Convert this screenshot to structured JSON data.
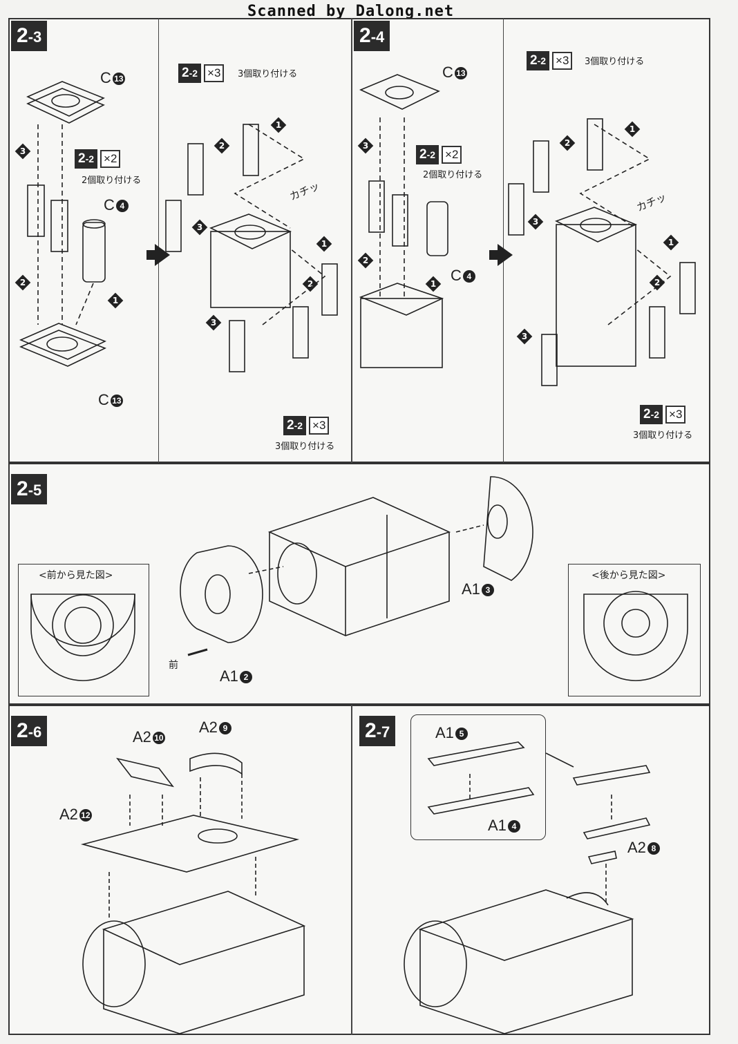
{
  "watermark": "Scanned by Dalong.net",
  "steps": {
    "s23": {
      "main": "2",
      "sub": "-3"
    },
    "s24": {
      "main": "2",
      "sub": "-4"
    },
    "s25": {
      "main": "2",
      "sub": "-5"
    },
    "s26": {
      "main": "2",
      "sub": "-6"
    },
    "s27": {
      "main": "2",
      "sub": "-7"
    }
  },
  "badges": {
    "sub_main": "2",
    "sub_sub": "-2",
    "x2": "×2",
    "x3": "×3",
    "note_two": "2個取り付ける",
    "note_three": "3個取り付ける"
  },
  "parts": {
    "C13": "C",
    "C4": "C",
    "A1": "A1",
    "A2": "A2"
  },
  "numbers": {
    "n13": "13",
    "n4": "4",
    "n3": "3",
    "n2": "2",
    "n5": "5",
    "n8": "8",
    "n9": "9",
    "n10": "10",
    "n12": "12"
  },
  "order_marks": [
    "1",
    "2",
    "3"
  ],
  "katachi": "カチッ",
  "view_front": "<前から見た図>",
  "view_back": "<後から見た図>",
  "front_label": "前",
  "colors": {
    "ink": "#222222",
    "paper": "#f3f3f1"
  }
}
